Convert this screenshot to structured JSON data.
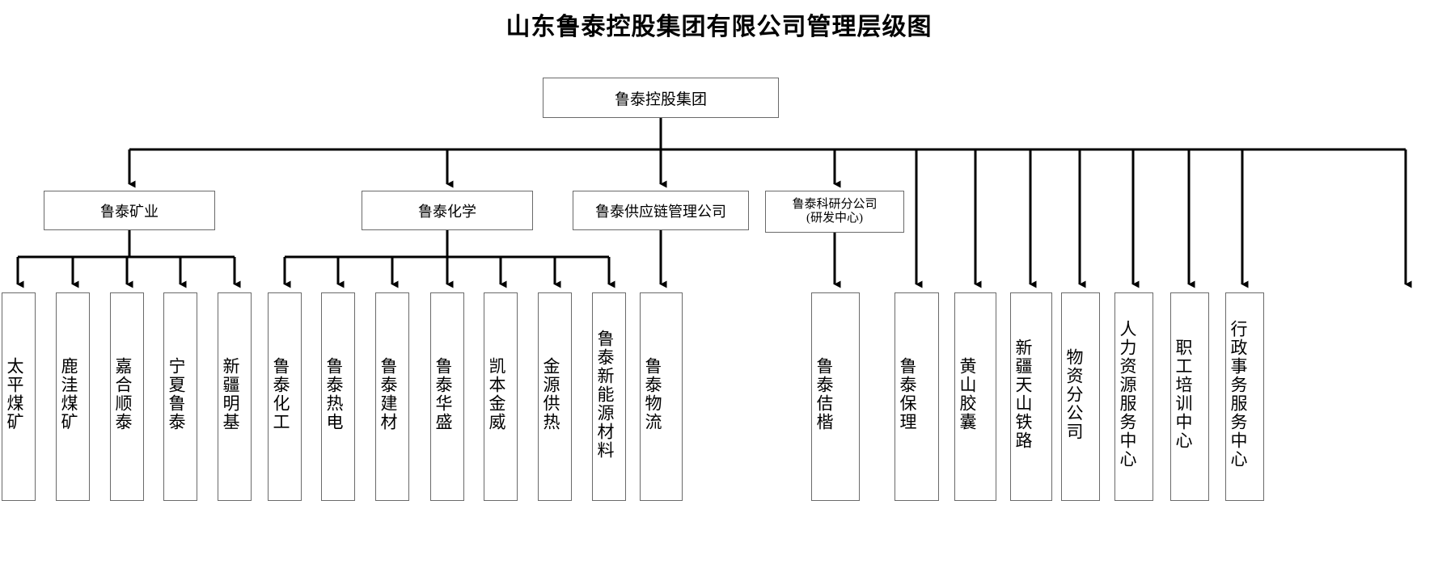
{
  "title": "山东鲁泰控股集团有限公司管理层级图",
  "colors": {
    "box_border": "#6a6a6a",
    "line": "#000000",
    "background": "#ffffff",
    "text": "#000000"
  },
  "root": {
    "label": "鲁泰控股集团"
  },
  "level2": [
    {
      "label": "鲁泰矿业"
    },
    {
      "label": "鲁泰化学"
    },
    {
      "label": "鲁泰供应链管理公司"
    },
    {
      "label": "鲁泰科研分公司",
      "sublabel": "(研发中心)"
    }
  ],
  "mining_children": [
    {
      "label": "太平煤矿"
    },
    {
      "label": "鹿洼煤矿"
    },
    {
      "label": "嘉合顺泰"
    },
    {
      "label": "宁夏鲁泰"
    },
    {
      "label": "新疆明基"
    }
  ],
  "chemistry_children": [
    {
      "label": "鲁泰化工"
    },
    {
      "label": "鲁泰热电"
    },
    {
      "label": "鲁泰建材"
    },
    {
      "label": "鲁泰华盛"
    },
    {
      "label": "凯本金威"
    },
    {
      "label": "金源供热"
    },
    {
      "label": "鲁泰新能源材料"
    }
  ],
  "supply_children": [
    {
      "label": "鲁泰物流"
    }
  ],
  "group_direct_children": [
    {
      "label": "鲁泰佶楷"
    },
    {
      "label": "鲁泰保理"
    },
    {
      "label": "黄山胶囊"
    },
    {
      "label": "新疆天山铁路"
    },
    {
      "label": "物资分公司"
    },
    {
      "label": "人力资源服务中心"
    },
    {
      "label": "职工培训中心"
    },
    {
      "label": "行政事务服务中心"
    }
  ]
}
